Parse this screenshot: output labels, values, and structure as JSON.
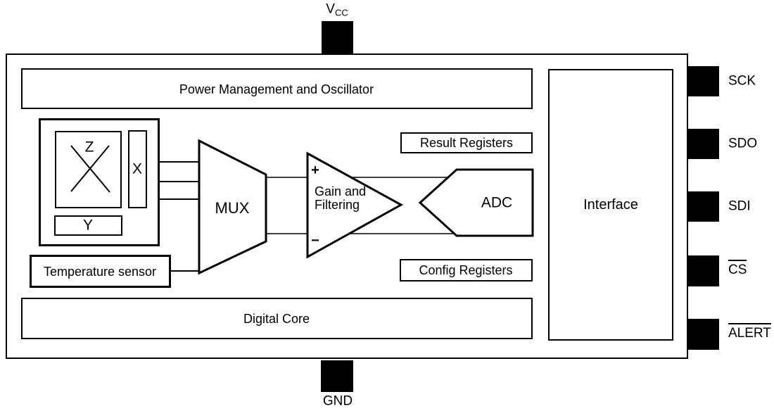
{
  "diagram": {
    "blocks": {
      "power": "Power Management and Oscillator",
      "digital_core": "Digital Core",
      "interface": "Interface",
      "result_registers": "Result Registers",
      "config_registers": "Config Registers",
      "temperature_sensor": "Temperature sensor",
      "mux": "MUX",
      "adc": "ADC",
      "gain_line1": "Gain and",
      "gain_line2": "Filtering",
      "amp_plus": "+",
      "amp_minus": "−",
      "axis_z": "Z",
      "axis_x": "X",
      "axis_y": "Y"
    },
    "pins": {
      "top": {
        "label": "V",
        "subscript": "CC"
      },
      "bottom": {
        "label": "GND"
      },
      "right": [
        {
          "label": "SCK",
          "active_low": false
        },
        {
          "label": "SDO",
          "active_low": false
        },
        {
          "label": "SDI",
          "active_low": false
        },
        {
          "label": "CS",
          "active_low": true
        },
        {
          "label": "ALERT",
          "active_low": true
        }
      ]
    },
    "colors": {
      "stroke": "#000000",
      "shape_fill": "#ffffff",
      "pin_fill": "#000000",
      "background": "#ffffff"
    }
  }
}
